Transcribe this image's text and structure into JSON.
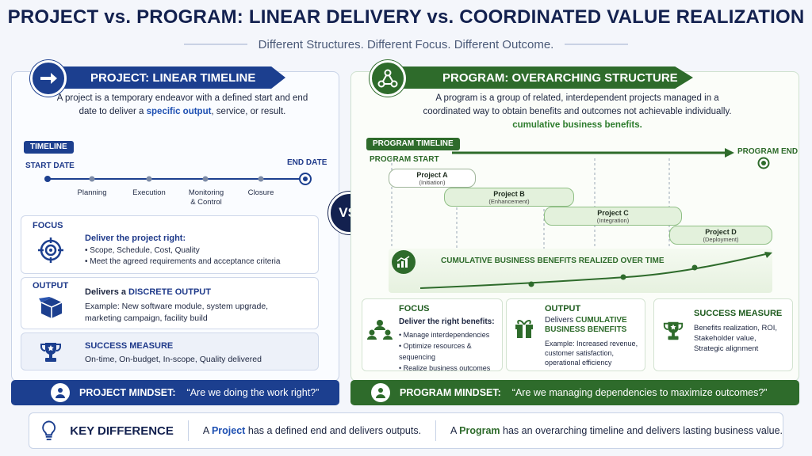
{
  "header": {
    "title": "PROJECT vs. PROGRAM:  LINEAR DELIVERY vs. COORDINATED VALUE REALIZATION",
    "subtitle": "Different Structures. Different Focus. Different Outcome."
  },
  "vs_label": "VS.",
  "project": {
    "banner": "PROJECT: LINEAR TIMELINE",
    "desc_pre": "A project is a temporary endeavor with a defined start and end date to deliver a ",
    "desc_highlight": "specific output",
    "desc_post": ", service, or result.",
    "timeline_tag": "TIMELINE",
    "start_label": "START DATE",
    "end_label": "END DATE",
    "steps": [
      "Planning",
      "Execution",
      "Monitoring\n& Control",
      "Closure"
    ],
    "focus": {
      "heading": "FOCUS",
      "lead": "Deliver the project right:",
      "items": [
        "Scope, Schedule, Cost, Quality",
        "Meet the agreed requirements and acceptance criteria"
      ]
    },
    "output": {
      "heading": "OUTPUT",
      "lead_pre": "Delivers a ",
      "lead_emph": "DISCRETE OUTPUT",
      "body": "Example: New software module, system upgrade, marketing campaign, facility build"
    },
    "success": {
      "heading": "SUCCESS MEASURE",
      "body": "On-time, On-budget, In-scope, Quality delivered"
    },
    "mindset_label": "PROJECT MINDSET:",
    "mindset_quote": "“Are we doing the work right?”"
  },
  "program": {
    "banner": "PROGRAM: OVERARCHING STRUCTURE",
    "desc": "A program is a group of related, interdependent projects managed in a coordinated way to obtain benefits and outcomes not achievable individually.",
    "desc_highlight": "cumulative business benefits.",
    "timeline_tag": "PROGRAM TIMELINE",
    "start_label": "PROGRAM START",
    "end_label": "PROGRAM END",
    "projects": [
      {
        "name": "Project A",
        "phase": "(Initiation)"
      },
      {
        "name": "Project B",
        "phase": "(Enhancement)"
      },
      {
        "name": "Project C",
        "phase": "(Integration)"
      },
      {
        "name": "Project D",
        "phase": "(Deployment)"
      }
    ],
    "benefits_label": "CUMULATIVE BUSINESS BENEFITS REALIZED OVER TIME",
    "focus": {
      "heading": "FOCUS",
      "lead": "Deliver the right benefits:",
      "items": [
        "Manage interdependencies",
        "Optimize resources & sequencing",
        "Realize business outcomes"
      ]
    },
    "output": {
      "heading": "OUTPUT",
      "lead_pre": "Delivers ",
      "lead_emph": "CUMULATIVE BUSINESS BENEFITS",
      "body": "Example: Increased revenue, customer satisfaction, operational efficiency"
    },
    "success": {
      "heading": "SUCCESS MEASURE",
      "body": "Benefits realization, ROI, Stakeholder value, Strategic alignment"
    },
    "mindset_label": "PROGRAM MINDSET:",
    "mindset_quote": "“Are we managing dependencies to maximize outcomes?”"
  },
  "key_difference": {
    "label": "KEY DIFFERENCE",
    "project_pre": "A ",
    "project_word": "Project",
    "project_post": " has a defined end and delivers outputs.",
    "program_pre": "A ",
    "program_word": "Program",
    "program_post": " has an overarching timeline and delivers lasting business value."
  },
  "colors": {
    "navy": "#13214f",
    "blue": "#1d4fb2",
    "green": "#2e6b2b",
    "light_green": "#e3f1dc"
  },
  "icons": [
    "arrow-right-icon",
    "network-icon",
    "target-icon",
    "box-icon",
    "trophy-icon",
    "growth-chart-icon",
    "team-icon",
    "gift-icon",
    "person-icon",
    "lightbulb-icon"
  ]
}
